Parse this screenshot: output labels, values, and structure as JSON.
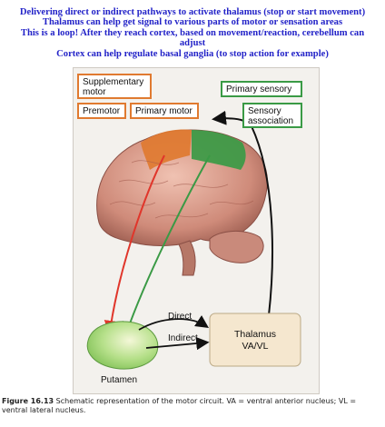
{
  "header": {
    "lines": [
      "Delivering direct or indirect pathways to activate thalamus (stop or start movement)",
      "Thalamus can help get signal to various parts of motor or sensation areas",
      "This is a loop! After they reach cortex, based on movement/reaction, cerebellum can",
      "adjust",
      "Cortex can help regulate basal ganglia (to stop action for example)"
    ]
  },
  "diagram": {
    "labels": {
      "supplementary_motor": [
        "Supplementary",
        "motor"
      ],
      "premotor": "Premotor",
      "primary_motor": "Primary motor",
      "primary_sensory": "Primary sensory",
      "sensory_association": [
        "Sensory",
        "association"
      ],
      "thalamus": [
        "Thalamus",
        "VA/VL"
      ],
      "putamen": "Putamen",
      "direct": "Direct",
      "indirect": "Indirect"
    },
    "colors": {
      "motor_areas": "#e07a30",
      "sensory_areas": "#3a9a45",
      "pathway_red": "#e0362b",
      "pathway_green": "#3a9a45",
      "brain": "#d89a8a",
      "putamen": "#9ed66e",
      "thalamus_box": "#f5e7cf"
    }
  },
  "caption": {
    "figure_label": "Figure 16.13",
    "text": "Schematic representation of the motor circuit. VA = ventral anterior nucleus; VL = ventral lateral nucleus."
  }
}
